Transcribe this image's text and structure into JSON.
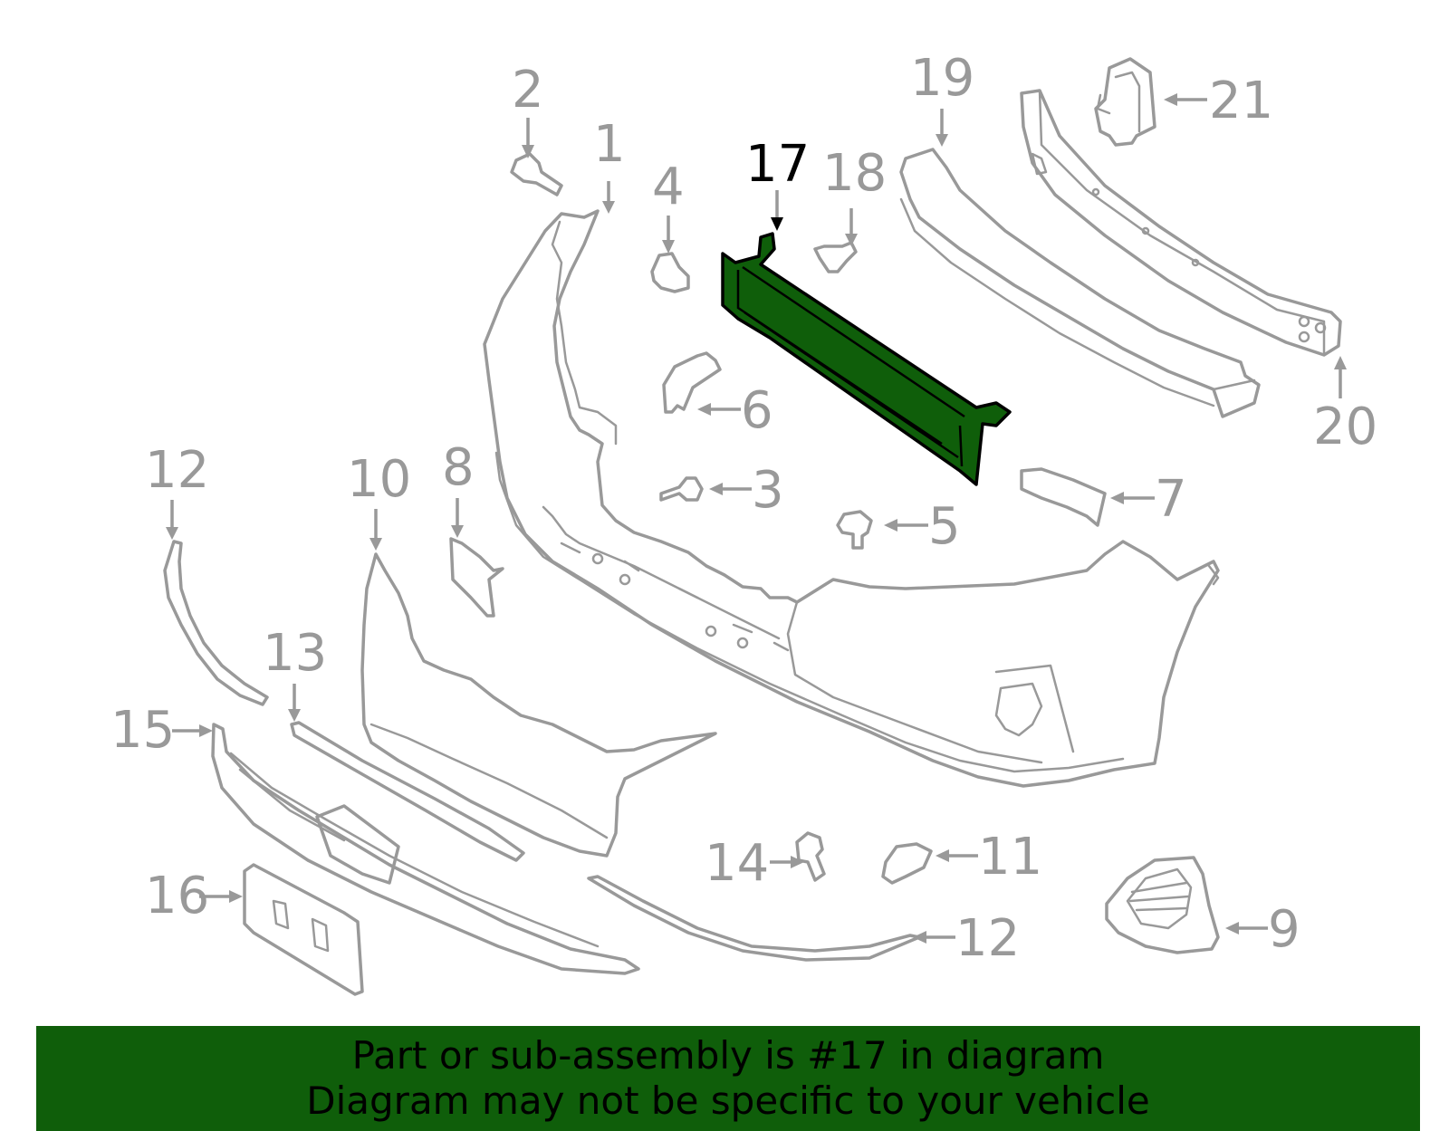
{
  "diagram": {
    "highlighted_part": "17",
    "highlight_color": "#0f5e0a",
    "part_color": "#999999",
    "callouts": [
      "1",
      "2",
      "3",
      "4",
      "5",
      "6",
      "7",
      "8",
      "9",
      "10",
      "11",
      "12",
      "12",
      "13",
      "14",
      "15",
      "16",
      "17",
      "18",
      "19",
      "20",
      "21"
    ]
  },
  "banner": {
    "line1": "Part or sub-assembly is #17 in diagram",
    "line2": "Diagram may not be specific to your vehicle",
    "background": "#0f5e0a"
  }
}
